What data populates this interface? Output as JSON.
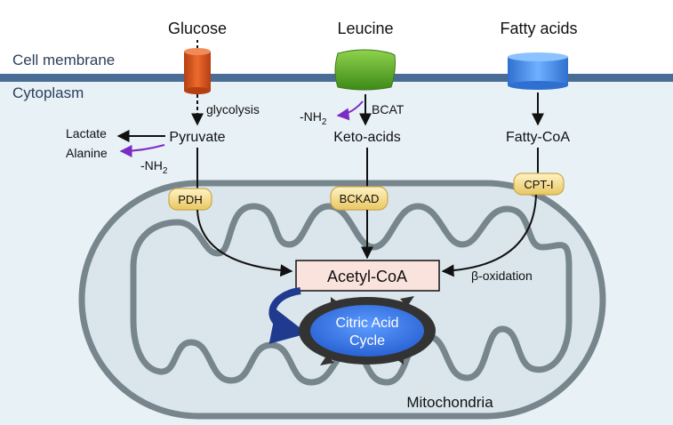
{
  "membrane": {
    "cell_membrane_label": "Cell membrane",
    "cytoplasm_label": "Cytoplasm"
  },
  "substrates": {
    "glucose": "Glucose",
    "leucine": "Leucine",
    "fatty_acids": "Fatty acids"
  },
  "glycolysis": {
    "process": "glycolysis",
    "product": "Pyruvate",
    "lactate": "Lactate",
    "alanine": "Alanine",
    "minus_nh2": "-NH",
    "sub2": "2"
  },
  "leucine_path": {
    "minus_nh2": "-NH",
    "sub2": "2",
    "enzyme": "BCAT",
    "product": "Keto-acids"
  },
  "fatty_path": {
    "product": "Fatty-CoA"
  },
  "enzymes": {
    "pdh": "PDH",
    "bckad": "BCKAD",
    "cpt1": "CPT-I"
  },
  "mitochondria": {
    "hub": "Acetyl-CoA",
    "beta_oxidation": "β-oxidation",
    "cycle_line1": "Citric Acid",
    "cycle_line2": "Cycle",
    "label": "Mitochondria"
  },
  "colors": {
    "membrane": "#4a6d96",
    "cytoplasm": "#e6f0f5",
    "glucose_transporter": "#d9531e",
    "leucine_transporter": "#5aa82a",
    "fatty_transporter": "#4a90e2",
    "enzyme_pill": "#f7df92",
    "acetyl_box": "#fae3dc",
    "cycle": "#3d7ee6",
    "arrow_purple": "#7b2cc4",
    "arrow_navy": "#1f3a8f"
  }
}
